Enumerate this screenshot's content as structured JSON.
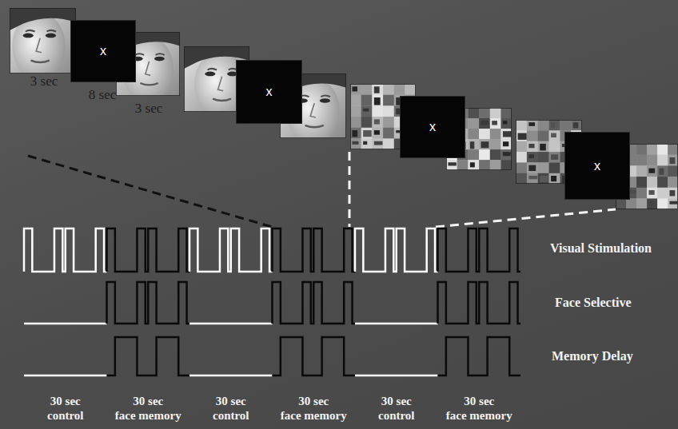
{
  "diagram": {
    "nodes": [
      {
        "text": [
          "x"
        ]
      },
      {
        "text": [
          "x"
        ]
      },
      {
        "text": [
          "x"
        ]
      },
      {
        "text": [
          "x"
        ]
      }
    ],
    "labels": [
      "3 sec",
      "8 sec",
      "3 sec",
      "Visual Stimulation",
      "Face Selective",
      "Memory Delay",
      "30 sec",
      "control",
      "30 sec",
      "face memory",
      "30 sec",
      "control",
      "30 sec",
      "face memory",
      "30 sec",
      "control",
      "30 sec",
      "face memory"
    ]
  }
}
